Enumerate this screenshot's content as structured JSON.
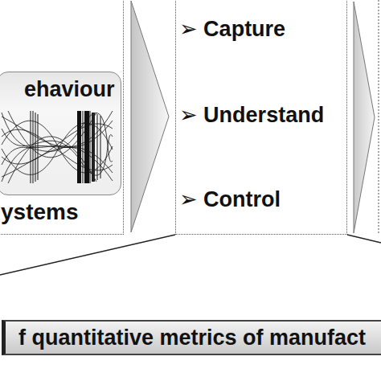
{
  "diagram": {
    "nodes": [
      {
        "text": [
          "ystems"
        ]
      },
      {
        "text": [
          "ehaviour"
        ],
        "in": 0
      },
      {
        "text": [
          "➢ Capture",
          "➢ Understand",
          "➢ Control"
        ]
      },
      {
        "text": [
          "f quantitative metrics of manufact"
        ]
      }
    ],
    "edges": [
      {
        "from": 0,
        "to": 2,
        "arrow": "to"
      }
    ]
  }
}
